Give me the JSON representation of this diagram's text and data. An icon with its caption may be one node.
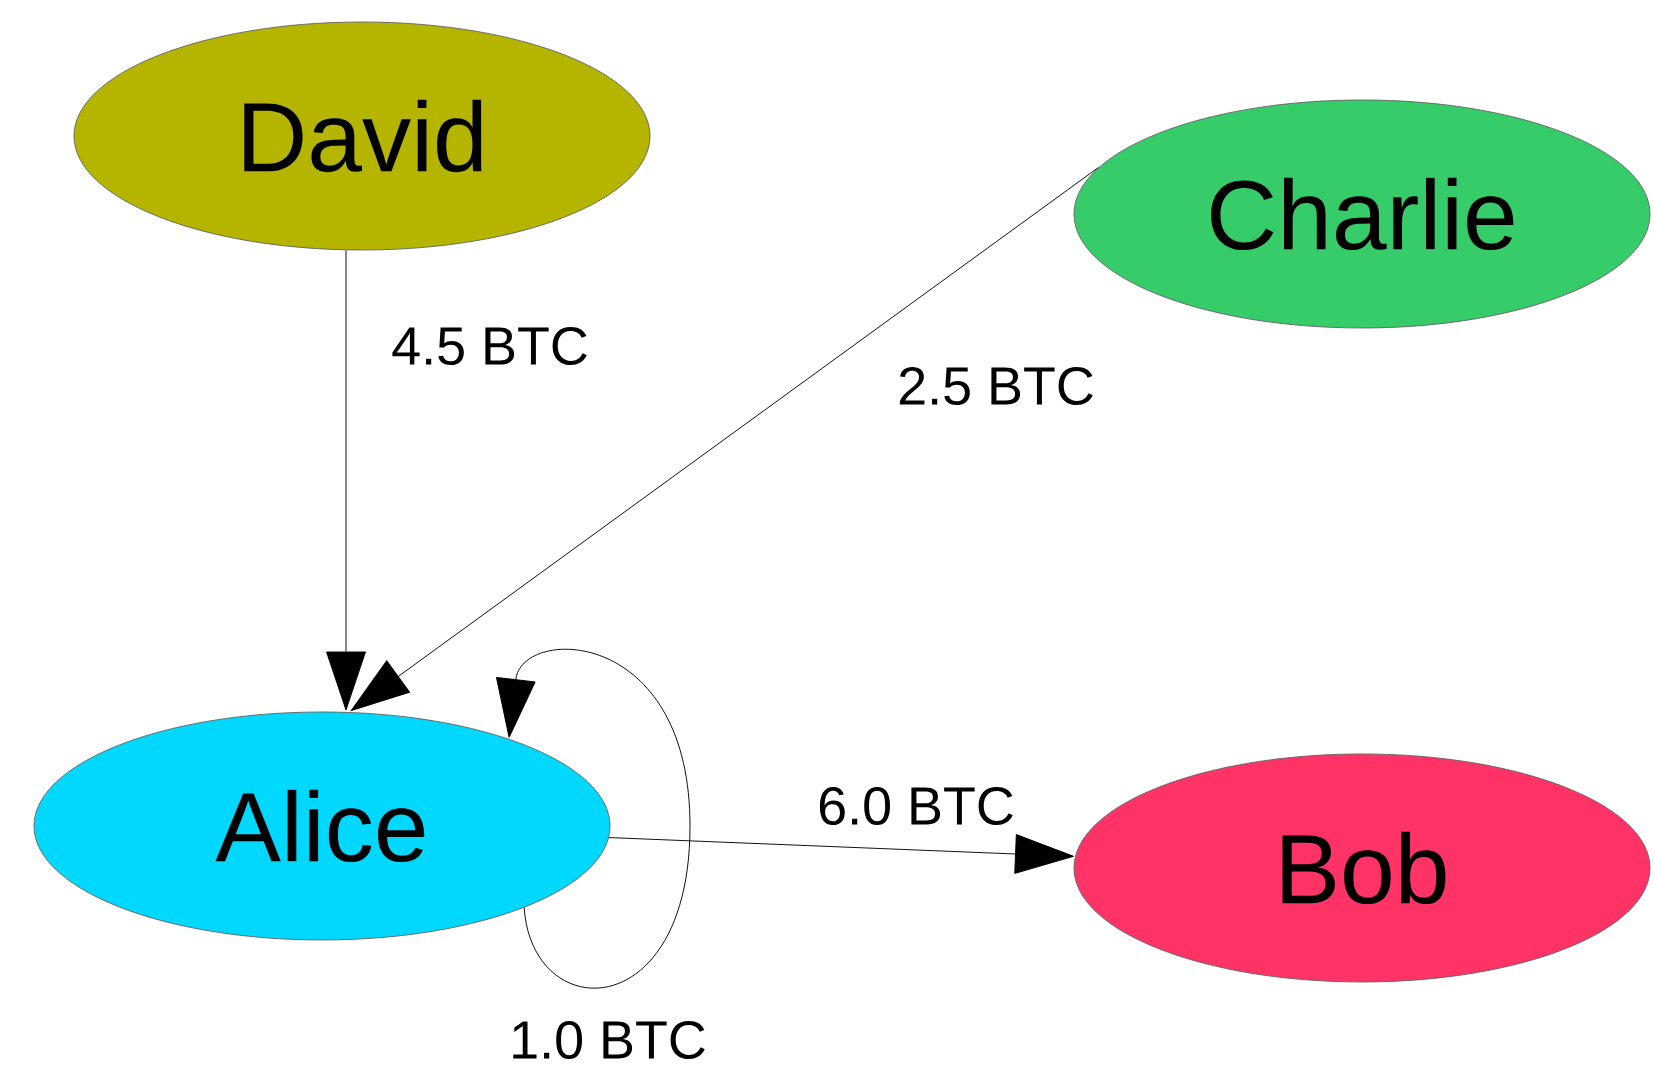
{
  "diagram": {
    "nodes": [
      {
        "text": [
          "David"
        ]
      },
      {
        "text": [
          "Charlie"
        ]
      },
      {
        "text": [
          "Alice"
        ]
      },
      {
        "text": [
          "Bob"
        ]
      }
    ],
    "edges": [
      {
        "from": 0,
        "to": 2,
        "arrow": "to",
        "label": "4.5 BTC"
      },
      {
        "from": 1,
        "to": 2,
        "arrow": "to",
        "label": "2.5 BTC"
      },
      {
        "from": 2,
        "to": 2,
        "arrow": "to",
        "label": "1.0 BTC"
      },
      {
        "from": 2,
        "to": 3,
        "arrow": "to",
        "label": "6.0 BTC"
      }
    ]
  }
}
